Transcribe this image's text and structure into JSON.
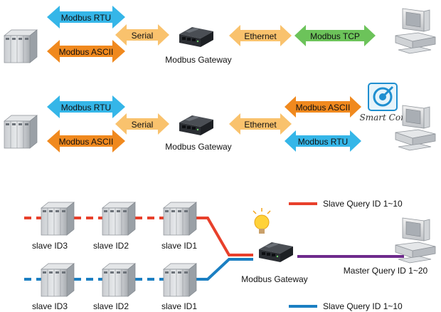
{
  "colors": {
    "blue": "#35b6e8",
    "orange": "#f0891e",
    "lightOrange": "#f9c26d",
    "green": "#6cc35a",
    "red": "#e8402b",
    "chainBlue": "#1b7fc2",
    "purple": "#6e2a8c"
  },
  "row1": {
    "rtu": "Modbus RTU",
    "ascii": "Modbus ASCII",
    "serial": "Serial",
    "ethernet": "Ethernet",
    "tcp": "Modbus TCP",
    "gateway": "Modbus Gateway"
  },
  "row2": {
    "rtu": "Modbus RTU",
    "ascii": "Modbus ASCII",
    "serial": "Serial",
    "ethernet": "Ethernet",
    "right_ascii": "Modbus ASCII",
    "right_rtu": "Modbus RTU",
    "gateway": "Modbus Gateway",
    "smartcom": "Smart Com"
  },
  "row3": {
    "top_slaves": [
      "slave ID3",
      "slave ID2",
      "slave ID1"
    ],
    "bottom_slaves": [
      "slave ID3",
      "slave ID2",
      "slave ID1"
    ],
    "gateway": "Modbus Gateway",
    "master": "Master Query ID 1~20",
    "legend_red": "Slave Query ID 1~10",
    "legend_blue": "Slave Query ID 1~10"
  },
  "icons": [
    "server-rack-icon",
    "gateway-device-icon",
    "computer-icon",
    "lightbulb-icon",
    "smartcom-logo-icon"
  ]
}
